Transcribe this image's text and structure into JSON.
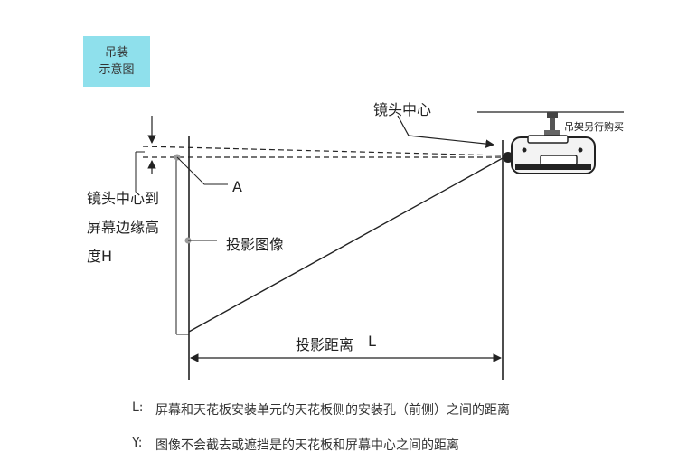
{
  "badge": {
    "line1": "吊装",
    "line2": "示意图",
    "color": "#8fe0ec"
  },
  "labels": {
    "lens_center": "镜头中心",
    "mount_sold_separately": "吊架另行购买",
    "height_line1": "镜头中心到",
    "height_line2": "屏幕边缘高",
    "height_line3": "度H",
    "point_a": "A",
    "projected_image": "投影图像",
    "throw_distance": "投影距离",
    "throw_symbol": "L"
  },
  "notes": [
    {
      "prefix": "L:",
      "text": "屏幕和天花板安装单元的天花板侧的安装孔（前侧）之间的距离"
    },
    {
      "prefix": "Y:",
      "text": "图像不会截去或遮挡是的天花板和屏幕中心之间的距离"
    }
  ],
  "colors": {
    "line": "#222222",
    "marker": "#9a9a9a"
  }
}
